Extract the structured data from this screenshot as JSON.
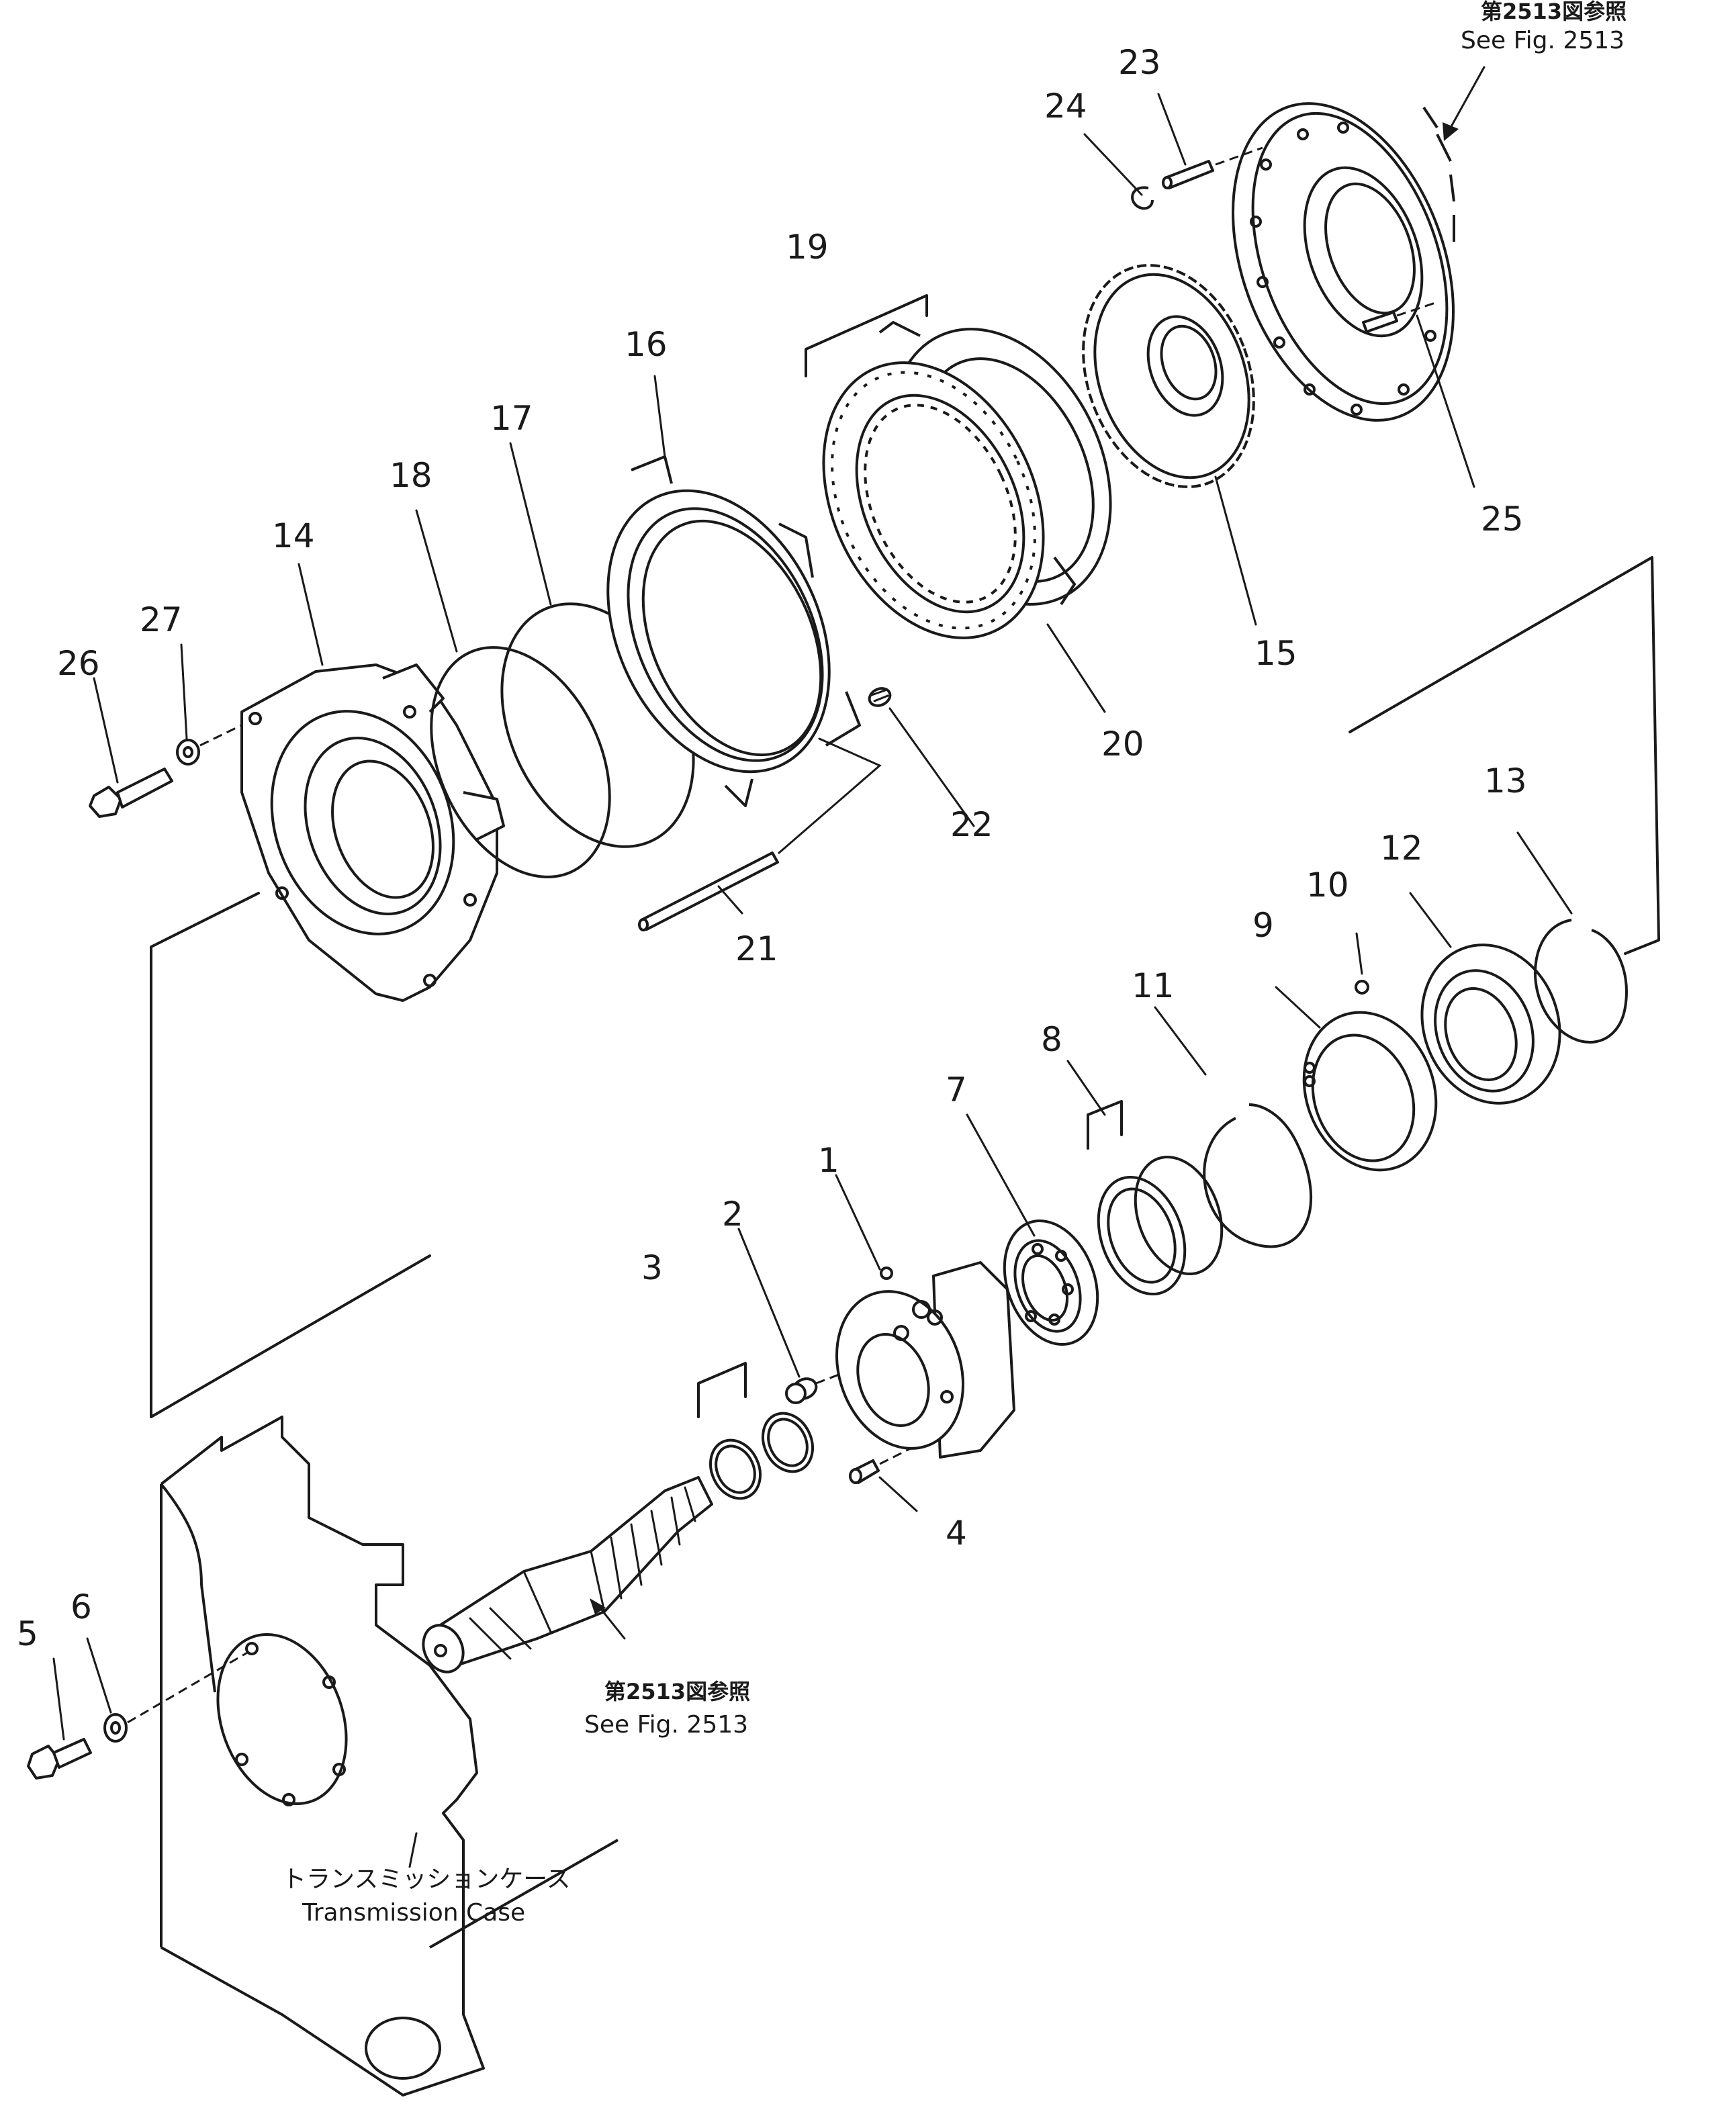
{
  "labels": {
    "p1": "1",
    "p2": "2",
    "p3": "3",
    "p4": "4",
    "p5": "5",
    "p6": "6",
    "p7": "7",
    "p8": "8",
    "p9": "9",
    "p10": "10",
    "p11": "11",
    "p12": "12",
    "p13": "13",
    "p14": "14",
    "p15": "15",
    "p16": "16",
    "p17": "17",
    "p18": "18",
    "p19": "19",
    "p20": "20",
    "p21": "21",
    "p22": "22",
    "p23": "23",
    "p24": "24",
    "p25": "25",
    "p26": "26",
    "p27": "27"
  },
  "references": {
    "top_jp": "第2513図参照",
    "top_en": "See Fig. 2513",
    "shaft_jp": "第2513図参照",
    "shaft_en": "See Fig. 2513"
  },
  "case": {
    "jp": "トランスミッションケース",
    "en": "Transmission Case"
  }
}
